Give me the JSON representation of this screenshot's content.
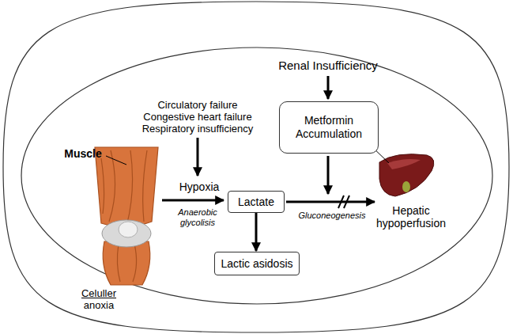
{
  "diagram": {
    "nodes": [
      {
        "text": [
          "Metformin Accumulation"
        ]
      },
      {
        "text": [
          "Lactate"
        ]
      },
      {
        "text": [
          "Lactic asidosis"
        ]
      }
    ],
    "edges": [
      {
        "from": 1,
        "to": 2,
        "arrow": "to"
      }
    ],
    "labels": [
      "Renal Insufficiency",
      "Circulatory failure",
      "Congestive heart failure",
      "Respiratory insufficiency",
      "Muscle",
      "Hypoxia",
      "Anaerobic glycolisis",
      "Celuller",
      "anoxia",
      "Gluconeogenesis",
      "Liver",
      "Hepatic hypoperfusion"
    ]
  }
}
